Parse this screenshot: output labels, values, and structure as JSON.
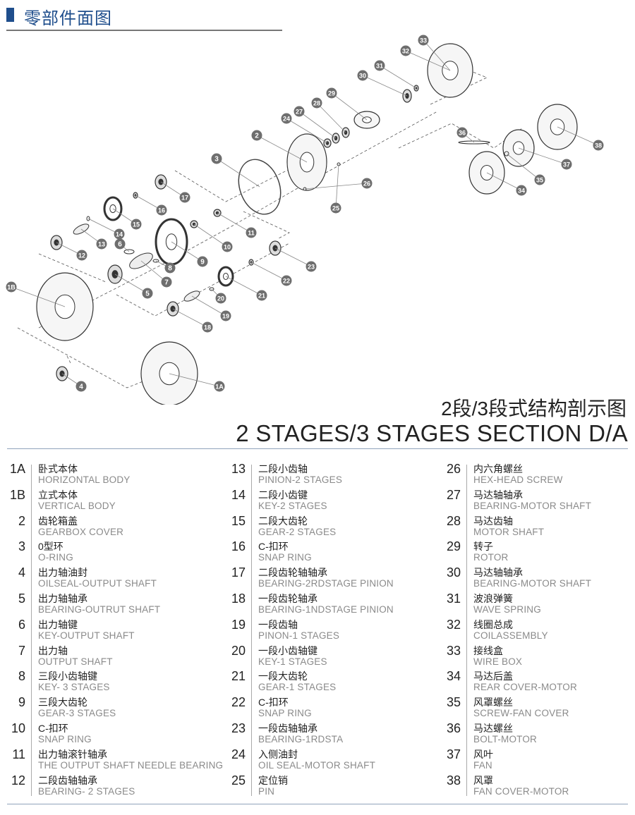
{
  "header": {
    "title": "零部件面图"
  },
  "section": {
    "title_cn": "2段/3段式结构剖示图",
    "title_en": "2 STAGES/3 STAGES SECTION D/A"
  },
  "callouts": [
    "33",
    "32",
    "31",
    "30",
    "29",
    "28",
    "27",
    "24",
    "2",
    "3",
    "26",
    "25",
    "17",
    "16",
    "15",
    "14",
    "13",
    "6",
    "12",
    "11",
    "10",
    "9",
    "8",
    "7",
    "5",
    "23",
    "22",
    "21",
    "20",
    "19",
    "18",
    "1B",
    "4",
    "1A",
    "36",
    "38",
    "37",
    "35",
    "34"
  ],
  "colors": {
    "accent": "#1f4e8c",
    "callout": "#6e6e6e"
  },
  "parts": [
    [
      {
        "no": "1A",
        "cn": "卧式本体",
        "en": "HORIZONTAL BODY"
      },
      {
        "no": "1B",
        "cn": "立式本体",
        "en": "VERTICAL BODY"
      },
      {
        "no": "2",
        "cn": "齿轮箱盖",
        "en": "GEARBOX COVER"
      },
      {
        "no": "3",
        "cn": "0型环",
        "en": "O-RING"
      },
      {
        "no": "4",
        "cn": "出力轴油封",
        "en": "OILSEAL-OUTPUT SHAFT"
      },
      {
        "no": "5",
        "cn": "出力轴轴承",
        "en": "BEARING-OUTRUT SHAFT"
      },
      {
        "no": "6",
        "cn": "出力轴键",
        "en": "KEY-OUTPUT SHAFT"
      },
      {
        "no": "7",
        "cn": "出力轴",
        "en": "OUTPUT SHAFT"
      },
      {
        "no": "8",
        "cn": "三段小齿轴键",
        "en": "KEY- 3 STAGES"
      },
      {
        "no": "9",
        "cn": "三段大齿轮",
        "en": "GEAR-3 STAGES"
      },
      {
        "no": "10",
        "cn": "C-扣环",
        "en": "SNAP RING"
      },
      {
        "no": "11",
        "cn": "出力轴滚针轴承",
        "en": "THE OUTPUT SHAFT NEEDLE BEARING"
      },
      {
        "no": "12",
        "cn": "二段齿轴轴承",
        "en": "BEARING- 2 STAGES"
      }
    ],
    [
      {
        "no": "13",
        "cn": "二段小齿轴",
        "en": "PINION-2 STAGES"
      },
      {
        "no": "14",
        "cn": "二段小齿键",
        "en": "KEY-2 STAGES"
      },
      {
        "no": "15",
        "cn": "二段大齿轮",
        "en": "GEAR-2 STAGES"
      },
      {
        "no": "16",
        "cn": "C-扣环",
        "en": "SNAP RING"
      },
      {
        "no": "17",
        "cn": "二段齿轮轴轴承",
        "en": "BEARING-2RDSTAGE PINION"
      },
      {
        "no": "18",
        "cn": "一段齿轮轴承",
        "en": "BEARING-1NDSTAGE PINION"
      },
      {
        "no": "19",
        "cn": "一段齿轴",
        "en": "PINON-1 STAGES"
      },
      {
        "no": "20",
        "cn": "一段小齿轴键",
        "en": "KEY-1 STAGES"
      },
      {
        "no": "21",
        "cn": "一段大齿轮",
        "en": "GEAR-1 STAGES"
      },
      {
        "no": "22",
        "cn": "C-扣环",
        "en": "SNAP RING"
      },
      {
        "no": "23",
        "cn": "一段齿轴轴承",
        "en": "BEARING-1RDSTA"
      },
      {
        "no": "24",
        "cn": "入侧油封",
        "en": "OIL SEAL-MOTOR SHAFT"
      },
      {
        "no": "25",
        "cn": "定位销",
        "en": "PIN"
      }
    ],
    [
      {
        "no": "26",
        "cn": "内六角螺丝",
        "en": "HEX-HEAD SCREW"
      },
      {
        "no": "27",
        "cn": "马达轴轴承",
        "en": "BEARING-MOTOR SHAFT"
      },
      {
        "no": "28",
        "cn": "马达齿轴",
        "en": "MOTOR SHAFT"
      },
      {
        "no": "29",
        "cn": "转子",
        "en": "ROTOR"
      },
      {
        "no": "30",
        "cn": "马达轴轴承",
        "en": "BEARING-MOTOR SHAFT"
      },
      {
        "no": "31",
        "cn": "波浪弹簧",
        "en": "WAVE SPRING"
      },
      {
        "no": "32",
        "cn": "线圈总成",
        "en": "COILASSEMBLY"
      },
      {
        "no": "33",
        "cn": "接线盒",
        "en": "WIRE BOX"
      },
      {
        "no": "34",
        "cn": "马达后盖",
        "en": "REAR COVER-MOTOR"
      },
      {
        "no": "35",
        "cn": "风罩螺丝",
        "en": "SCREW-FAN COVER"
      },
      {
        "no": "36",
        "cn": "马达螺丝",
        "en": "BOLT-MOTOR"
      },
      {
        "no": "37",
        "cn": "风叶",
        "en": "FAN"
      },
      {
        "no": "38",
        "cn": "风罩",
        "en": "FAN COVER-MOTOR"
      }
    ]
  ]
}
